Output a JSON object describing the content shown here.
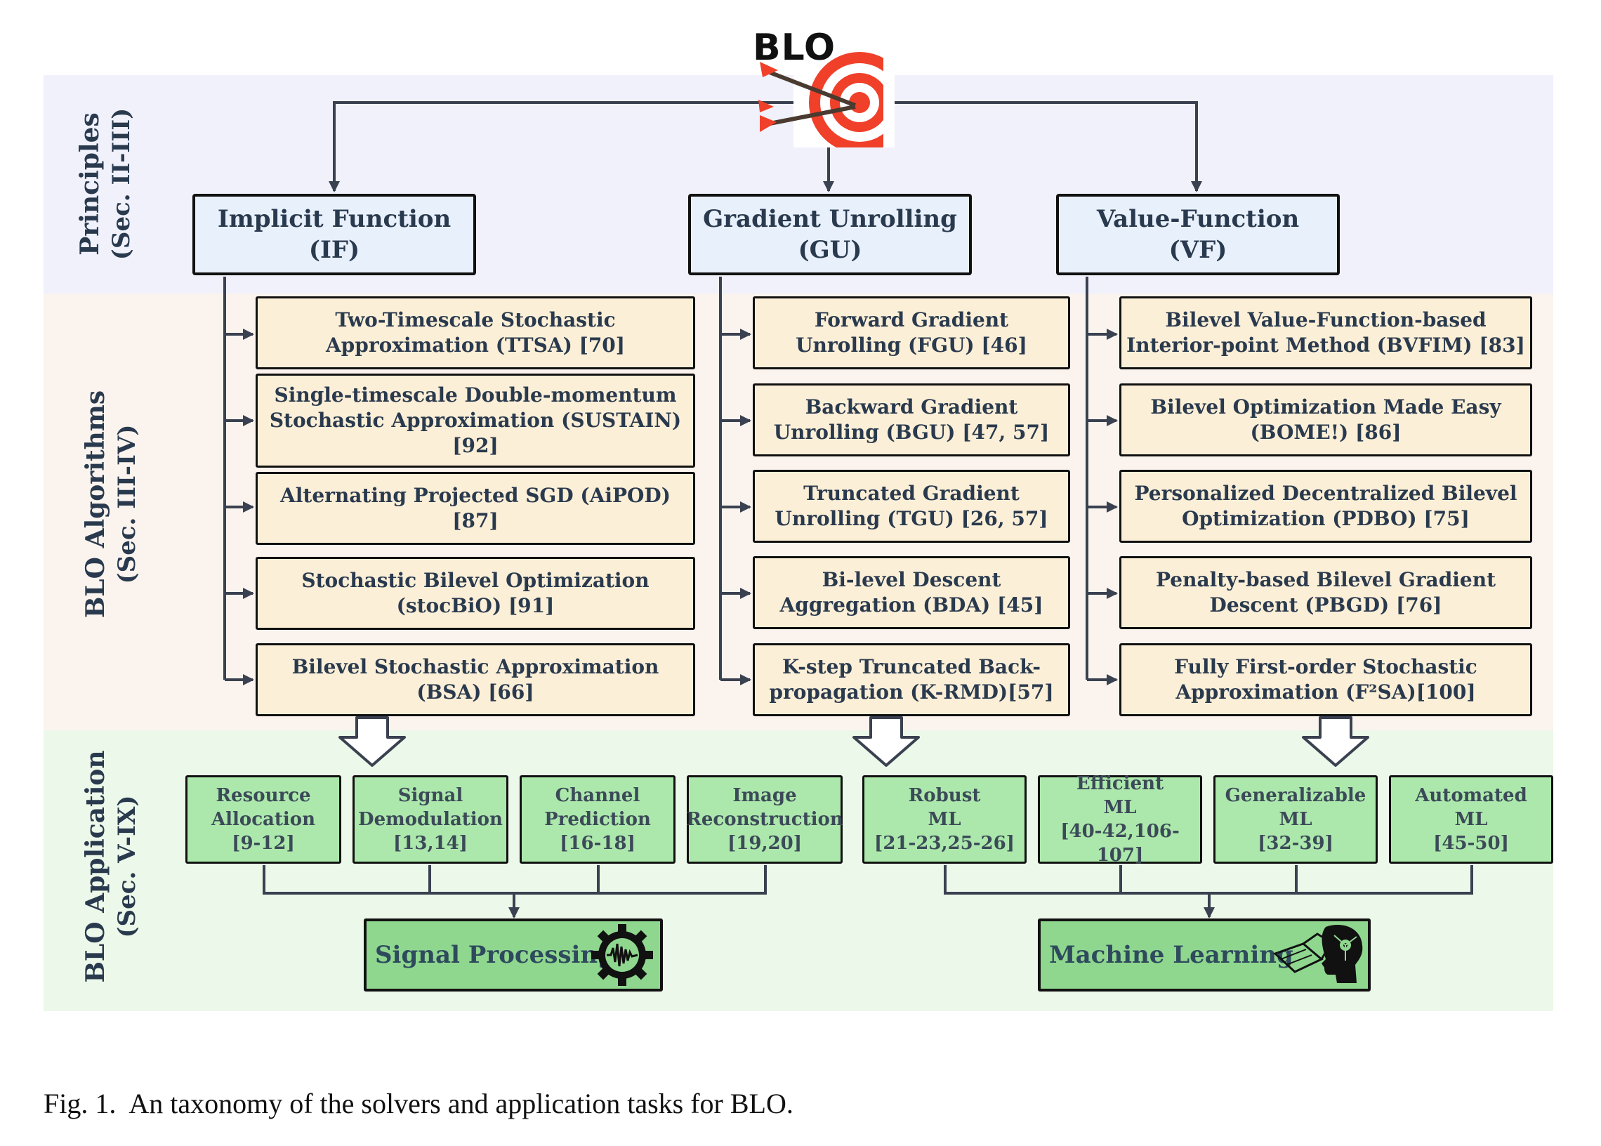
{
  "root": {
    "title": "BLO"
  },
  "sections": {
    "principles": {
      "line1": "Principles",
      "line2": "(Sec. II-III)"
    },
    "algorithms": {
      "line1": "BLO Algorithms",
      "line2": "(Sec. III-IV)"
    },
    "application": {
      "line1": "BLO Application",
      "line2": "(Sec. V-IX)"
    }
  },
  "principles": [
    {
      "line1": "Implicit Function",
      "line2": "(IF)"
    },
    {
      "line1": "Gradient Unrolling",
      "line2": "(GU)"
    },
    {
      "line1": "Value-Function",
      "line2": "(VF)"
    }
  ],
  "algorithms": {
    "if": [
      "Two-Timescale Stochastic Approximation (TTSA) [70]",
      "Single-timescale Double-momentum Stochastic Approximation (SUSTAIN) [92]",
      "Alternating Projected SGD (AiPOD) [87]",
      "Stochastic Bilevel Optimization (stocBiO) [91]",
      "Bilevel Stochastic Approximation (BSA) [66]"
    ],
    "gu": [
      "Forward Gradient Unrolling (FGU) [46]",
      "Backward Gradient Unrolling (BGU) [47, 57]",
      "Truncated Gradient Unrolling (TGU) [26, 57]",
      "Bi-level Descent Aggregation (BDA) [45]",
      "K-step Truncated Back-propagation (K-RMD)[57]"
    ],
    "vf": [
      "Bilevel Value-Function-based Interior-point Method (BVFIM) [83]",
      "Bilevel Optimization Made Easy (BOME!) [86]",
      "Personalized Decentralized Bilevel Optimization (PDBO) [75]",
      "Penalty-based Bilevel Gradient Descent (PBGD) [76]",
      "Fully First-order Stochastic Approximation (F²SA)[100]"
    ]
  },
  "applications": {
    "signal_processing": [
      "Resource\nAllocation\n[9-12]",
      "Signal\nDemodulation\n[13,14]",
      "Channel\nPrediction\n[16-18]",
      "Image\nReconstruction\n[19,20]"
    ],
    "machine_learning": [
      "Robust\nML\n[21-23,25-26]",
      "Efficient\nML\n[40-42,106-107]",
      "Generalizable\nML\n[32-39]",
      "Automated\nML\n[45-50]"
    ]
  },
  "categories": {
    "signal_processing": "Signal Processing",
    "machine_learning": "Machine Learning"
  },
  "icons": {
    "root": "target-with-arrows-icon",
    "signal_processing": "gear-waveform-icon",
    "machine_learning": "head-book-icon"
  },
  "colors": {
    "principles_band": "#f0f1fb",
    "algorithms_band": "#fbf4ee",
    "application_band": "#ecf8e9",
    "principle_box": "#e8f0fb",
    "algorithm_box": "#fcefd7",
    "application_box": "#ace8ac",
    "category_box": "#8fd78f",
    "target_red": "#f0402a"
  },
  "caption": {
    "label": "Fig. 1.",
    "text": "An taxonomy of the solvers and application tasks for BLO."
  }
}
